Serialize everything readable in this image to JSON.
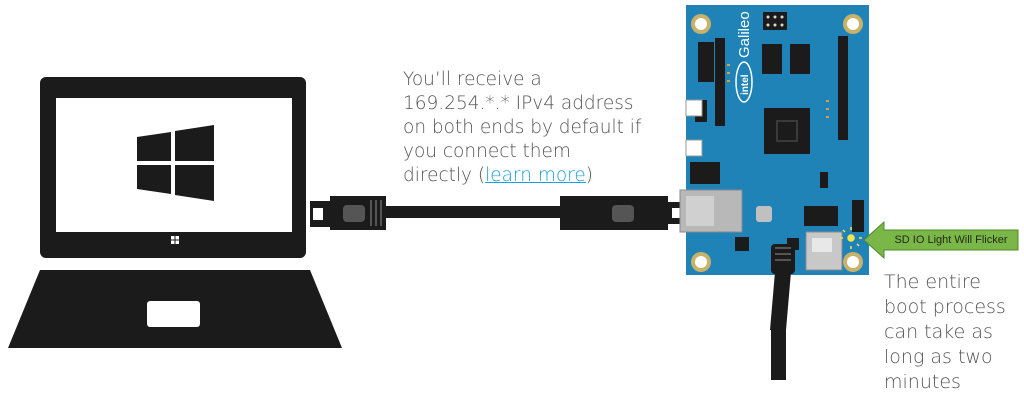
{
  "captions": {
    "cable_text": "You’ll receive a 169.254.*.* IPv4 address on both ends by default if you connect them directly (",
    "cable_link": "learn more",
    "cable_close": ")",
    "boot_text": "The entire boot process can take as long as two minutes"
  },
  "callout": {
    "label": "SD IO Light Will Flicker",
    "fill": "#7ab648",
    "stroke": "#4f8a2a"
  },
  "board": {
    "brand": "intel",
    "model": "Galileo",
    "color": "#1f83b8"
  },
  "colors": {
    "device_dark": "#1b1b1b",
    "link": "#1ba1e2",
    "text": "#555555"
  }
}
